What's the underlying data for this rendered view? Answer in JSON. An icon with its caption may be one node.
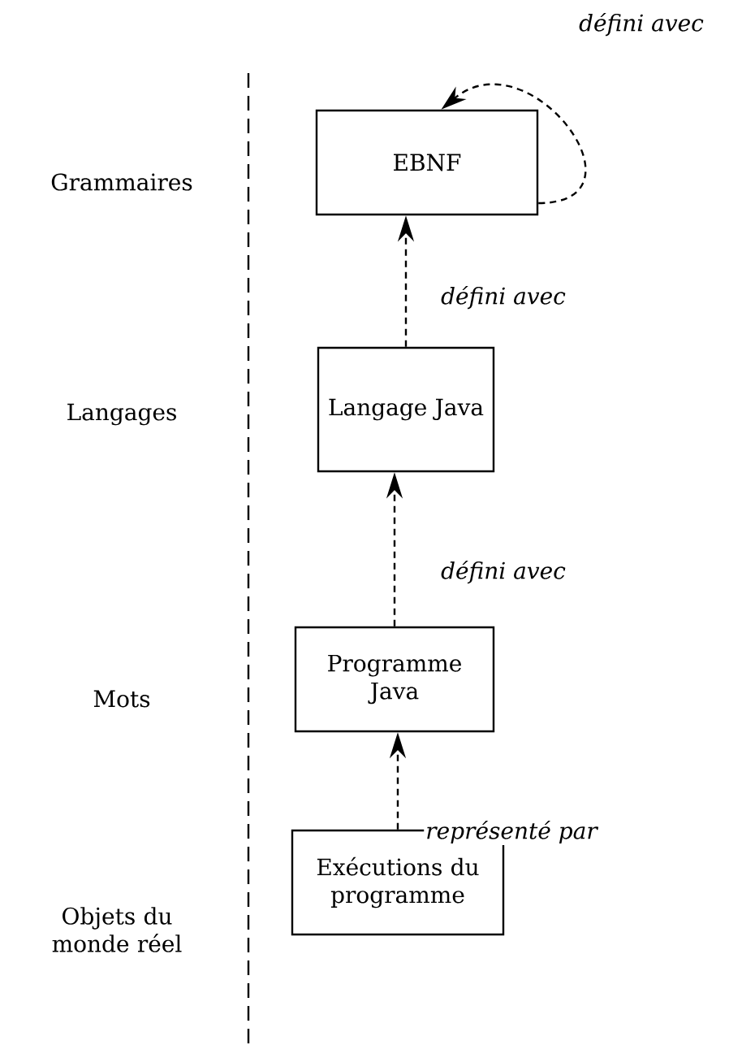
{
  "diagram": {
    "nodes": [
      {
        "text": [
          "EBNF"
        ]
      },
      {
        "text": [
          "Langage Java"
        ]
      },
      {
        "text": [
          "Programme Java"
        ]
      },
      {
        "text": [
          "Exécutions du programme"
        ]
      }
    ],
    "edges": [
      {
        "from": 0,
        "to": 0,
        "arrow": "to",
        "style": "dashed",
        "label": "défini avec"
      },
      {
        "from": 1,
        "to": 0,
        "arrow": "to",
        "style": "dashed",
        "label": "défini avec"
      },
      {
        "from": 2,
        "to": 1,
        "arrow": "to",
        "style": "dashed",
        "label": "défini avec"
      },
      {
        "from": 3,
        "to": 2,
        "arrow": "to",
        "style": "dashed",
        "label": "représenté par"
      }
    ],
    "labels": [
      "Grammaires",
      "Langages",
      "Mots",
      "Objets du monde réel"
    ]
  }
}
